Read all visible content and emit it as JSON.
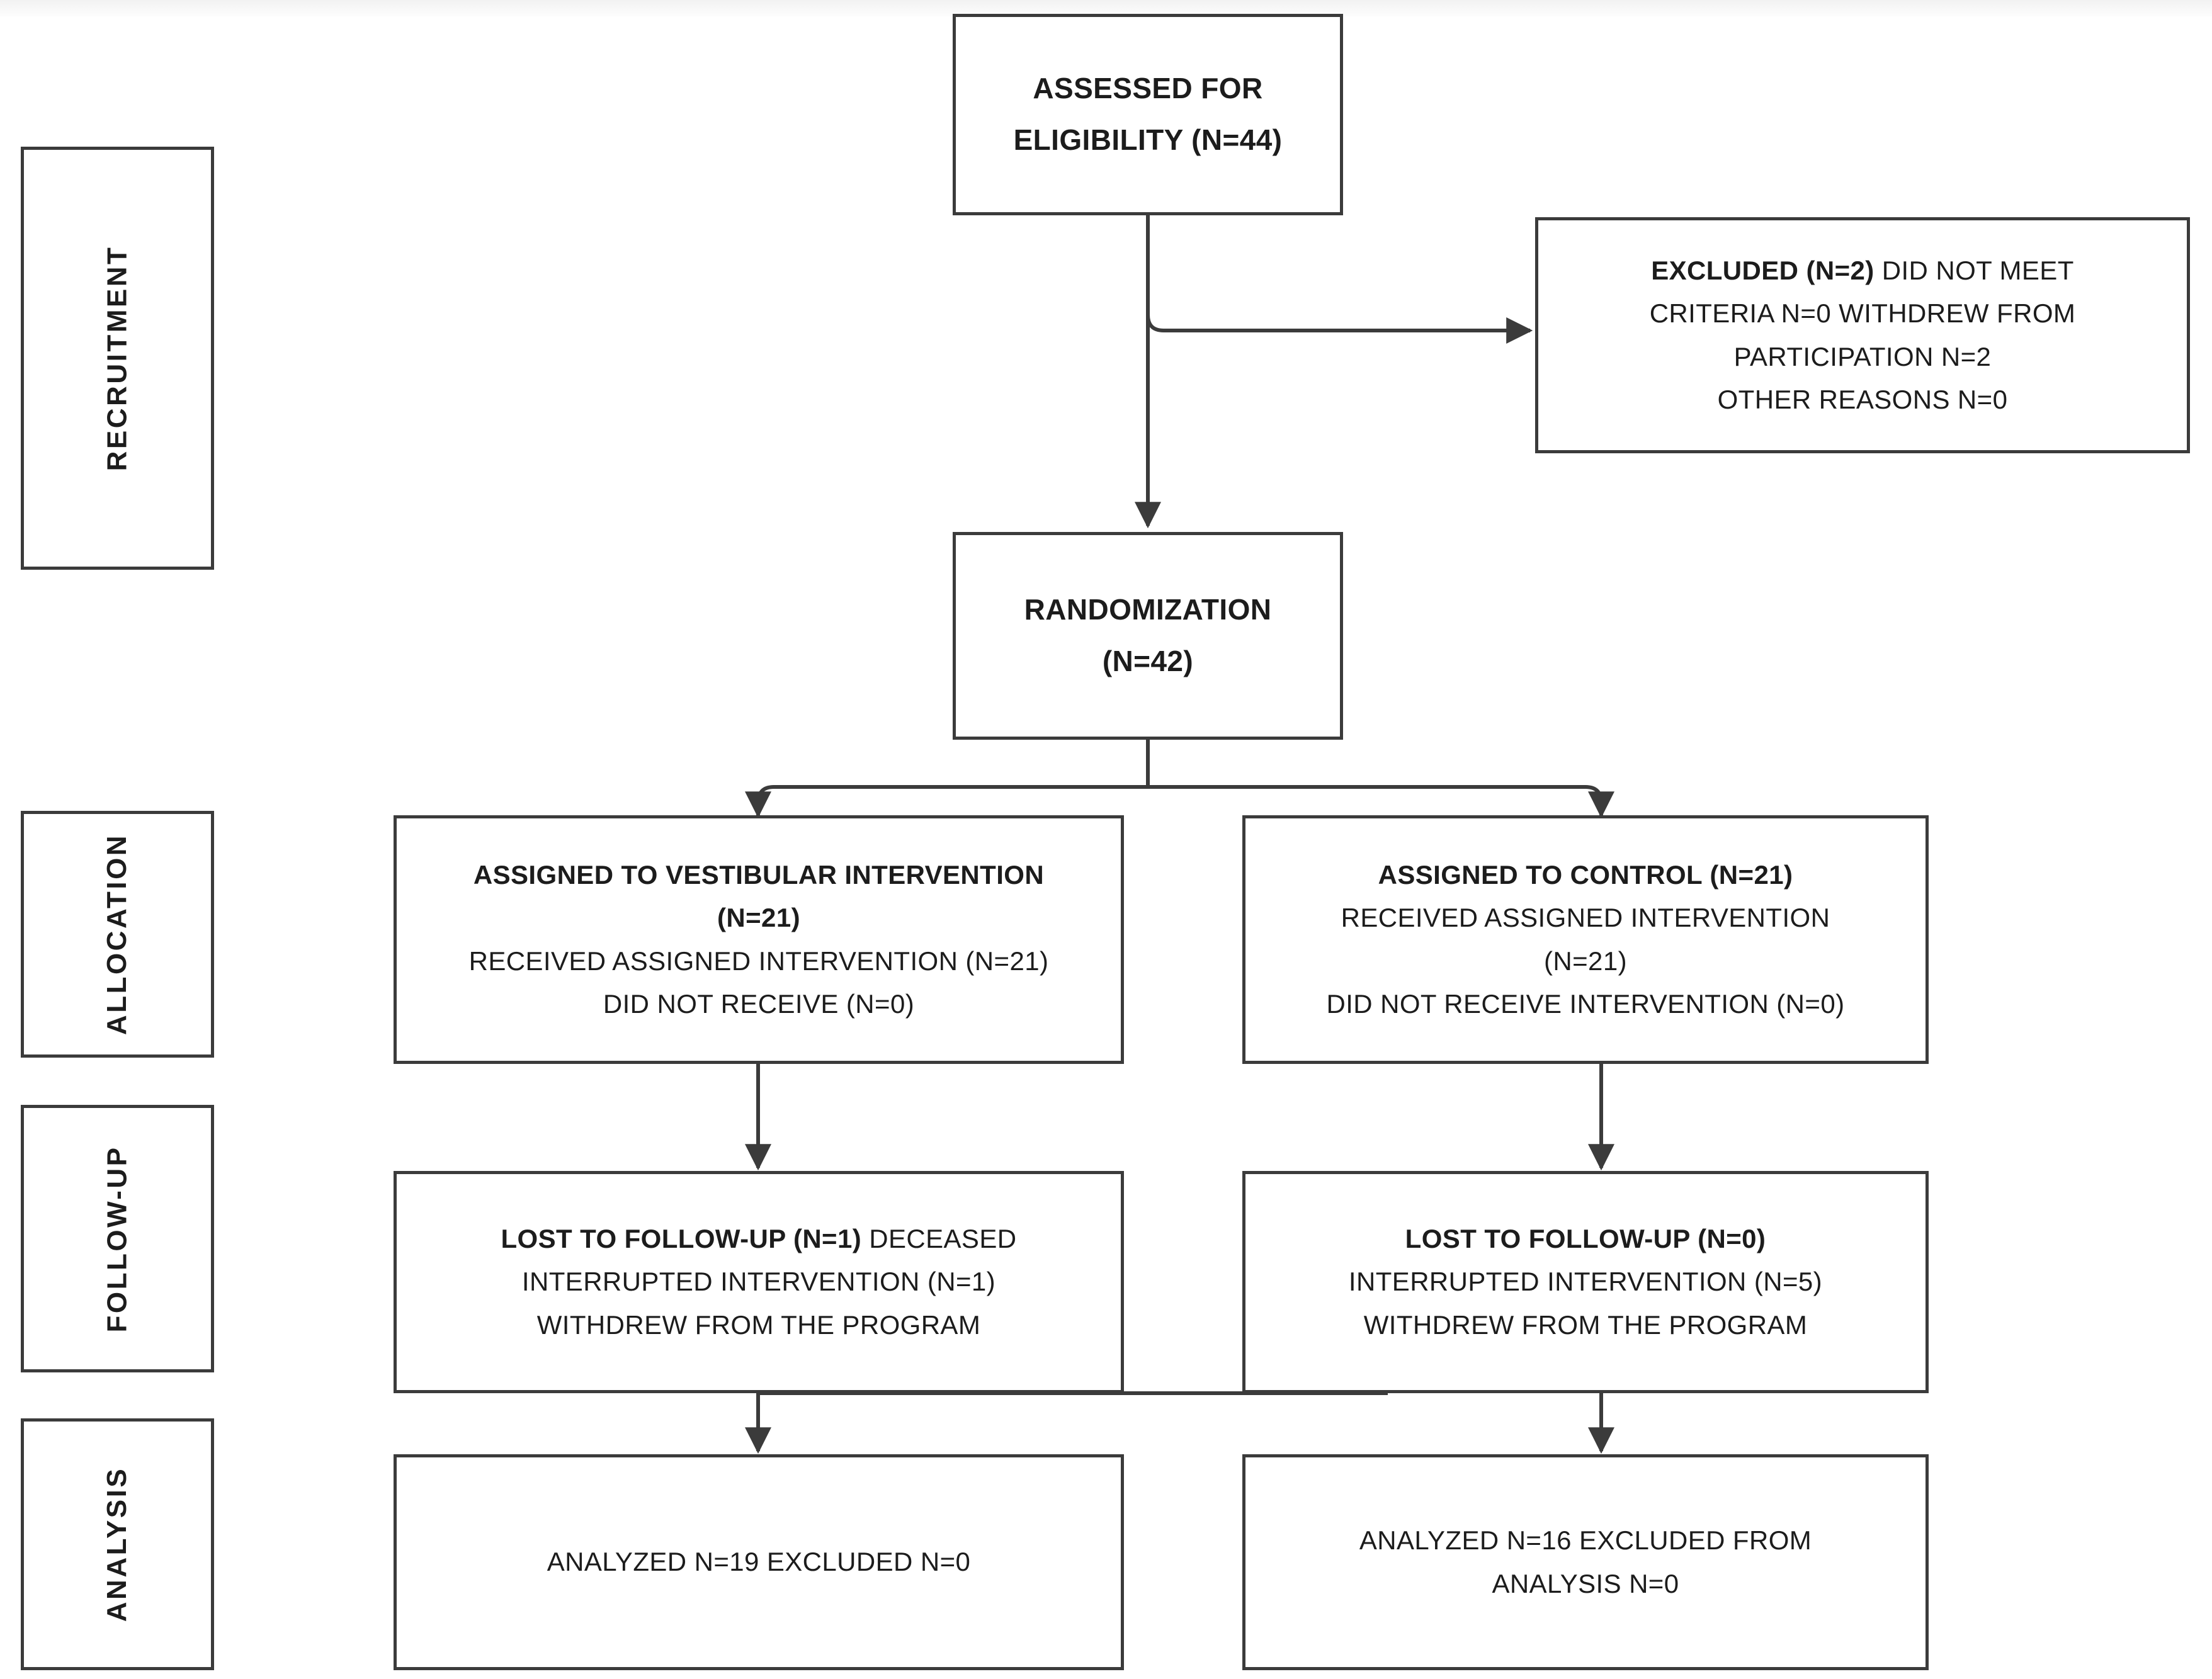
{
  "diagram": {
    "type": "consort-flow-diagram",
    "line_color": "#3b3b3b",
    "text_color": "#1c1c1c",
    "background": "#ffffff"
  },
  "phases": [
    {
      "id": "recruitment",
      "label": "RECRUITMENT"
    },
    {
      "id": "allocation",
      "label": "ALLOCATION"
    },
    {
      "id": "followup",
      "label": "FOLLOW-UP"
    },
    {
      "id": "analysis",
      "label": "ANALYSIS"
    }
  ],
  "nodes": {
    "eligibility": {
      "lines": [
        {
          "text": "ASSESSED FOR",
          "bold": true
        },
        {
          "text": "ELIGIBILITY (N=44)",
          "bold": true
        }
      ]
    },
    "excluded": {
      "lead_bold": "EXCLUDED (N=2)",
      "lead_rest": " DID NOT MEET",
      "lines": [
        {
          "text": "CRITERIA N=0 WITHDREW FROM",
          "bold": false
        },
        {
          "text": "PARTICIPATION N=2",
          "bold": false
        },
        {
          "text": "OTHER REASONS N=0",
          "bold": false
        }
      ]
    },
    "randomization": {
      "lines": [
        {
          "text": "RANDOMIZATION",
          "bold": true
        },
        {
          "text": "(N=42)",
          "bold": true
        }
      ]
    },
    "alloc_left": {
      "lines": [
        {
          "text": "ASSIGNED TO VESTIBULAR INTERVENTION",
          "bold": true
        },
        {
          "text": "(N=21)",
          "bold": true
        },
        {
          "text": "RECEIVED ASSIGNED INTERVENTION (N=21)",
          "bold": false
        },
        {
          "text": "DID NOT RECEIVE  (N=0)",
          "bold": false
        }
      ]
    },
    "alloc_right": {
      "lines": [
        {
          "text": "ASSIGNED TO CONTROL (N=21)",
          "bold": true
        },
        {
          "text": "RECEIVED ASSIGNED INTERVENTION",
          "bold": false
        },
        {
          "text": "(N=21)",
          "bold": false
        },
        {
          "text": "DID NOT RECEIVE INTERVENTION (N=0)",
          "bold": false
        }
      ]
    },
    "followup_left": {
      "lead_bold": "LOST TO FOLLOW-UP (N=1)",
      "lead_rest": " DECEASED",
      "lines": [
        {
          "text": "INTERRUPTED INTERVENTION (N=1)",
          "bold": false
        },
        {
          "text": "WITHDREW FROM THE PROGRAM",
          "bold": false
        }
      ]
    },
    "followup_right": {
      "lead_bold": "LOST TO FOLLOW-UP (N=0)",
      "lead_rest": "",
      "lines": [
        {
          "text": "INTERRUPTED INTERVENTION (N=5)",
          "bold": false
        },
        {
          "text": "WITHDREW FROM THE PROGRAM",
          "bold": false
        }
      ]
    },
    "analysis_left": {
      "lines": [
        {
          "text": "ANALYZED N=19 EXCLUDED N=0",
          "bold": false
        }
      ]
    },
    "analysis_right": {
      "lines": [
        {
          "text": "ANALYZED N=16 EXCLUDED FROM",
          "bold": false
        },
        {
          "text": "ANALYSIS N=0",
          "bold": false
        }
      ]
    }
  }
}
